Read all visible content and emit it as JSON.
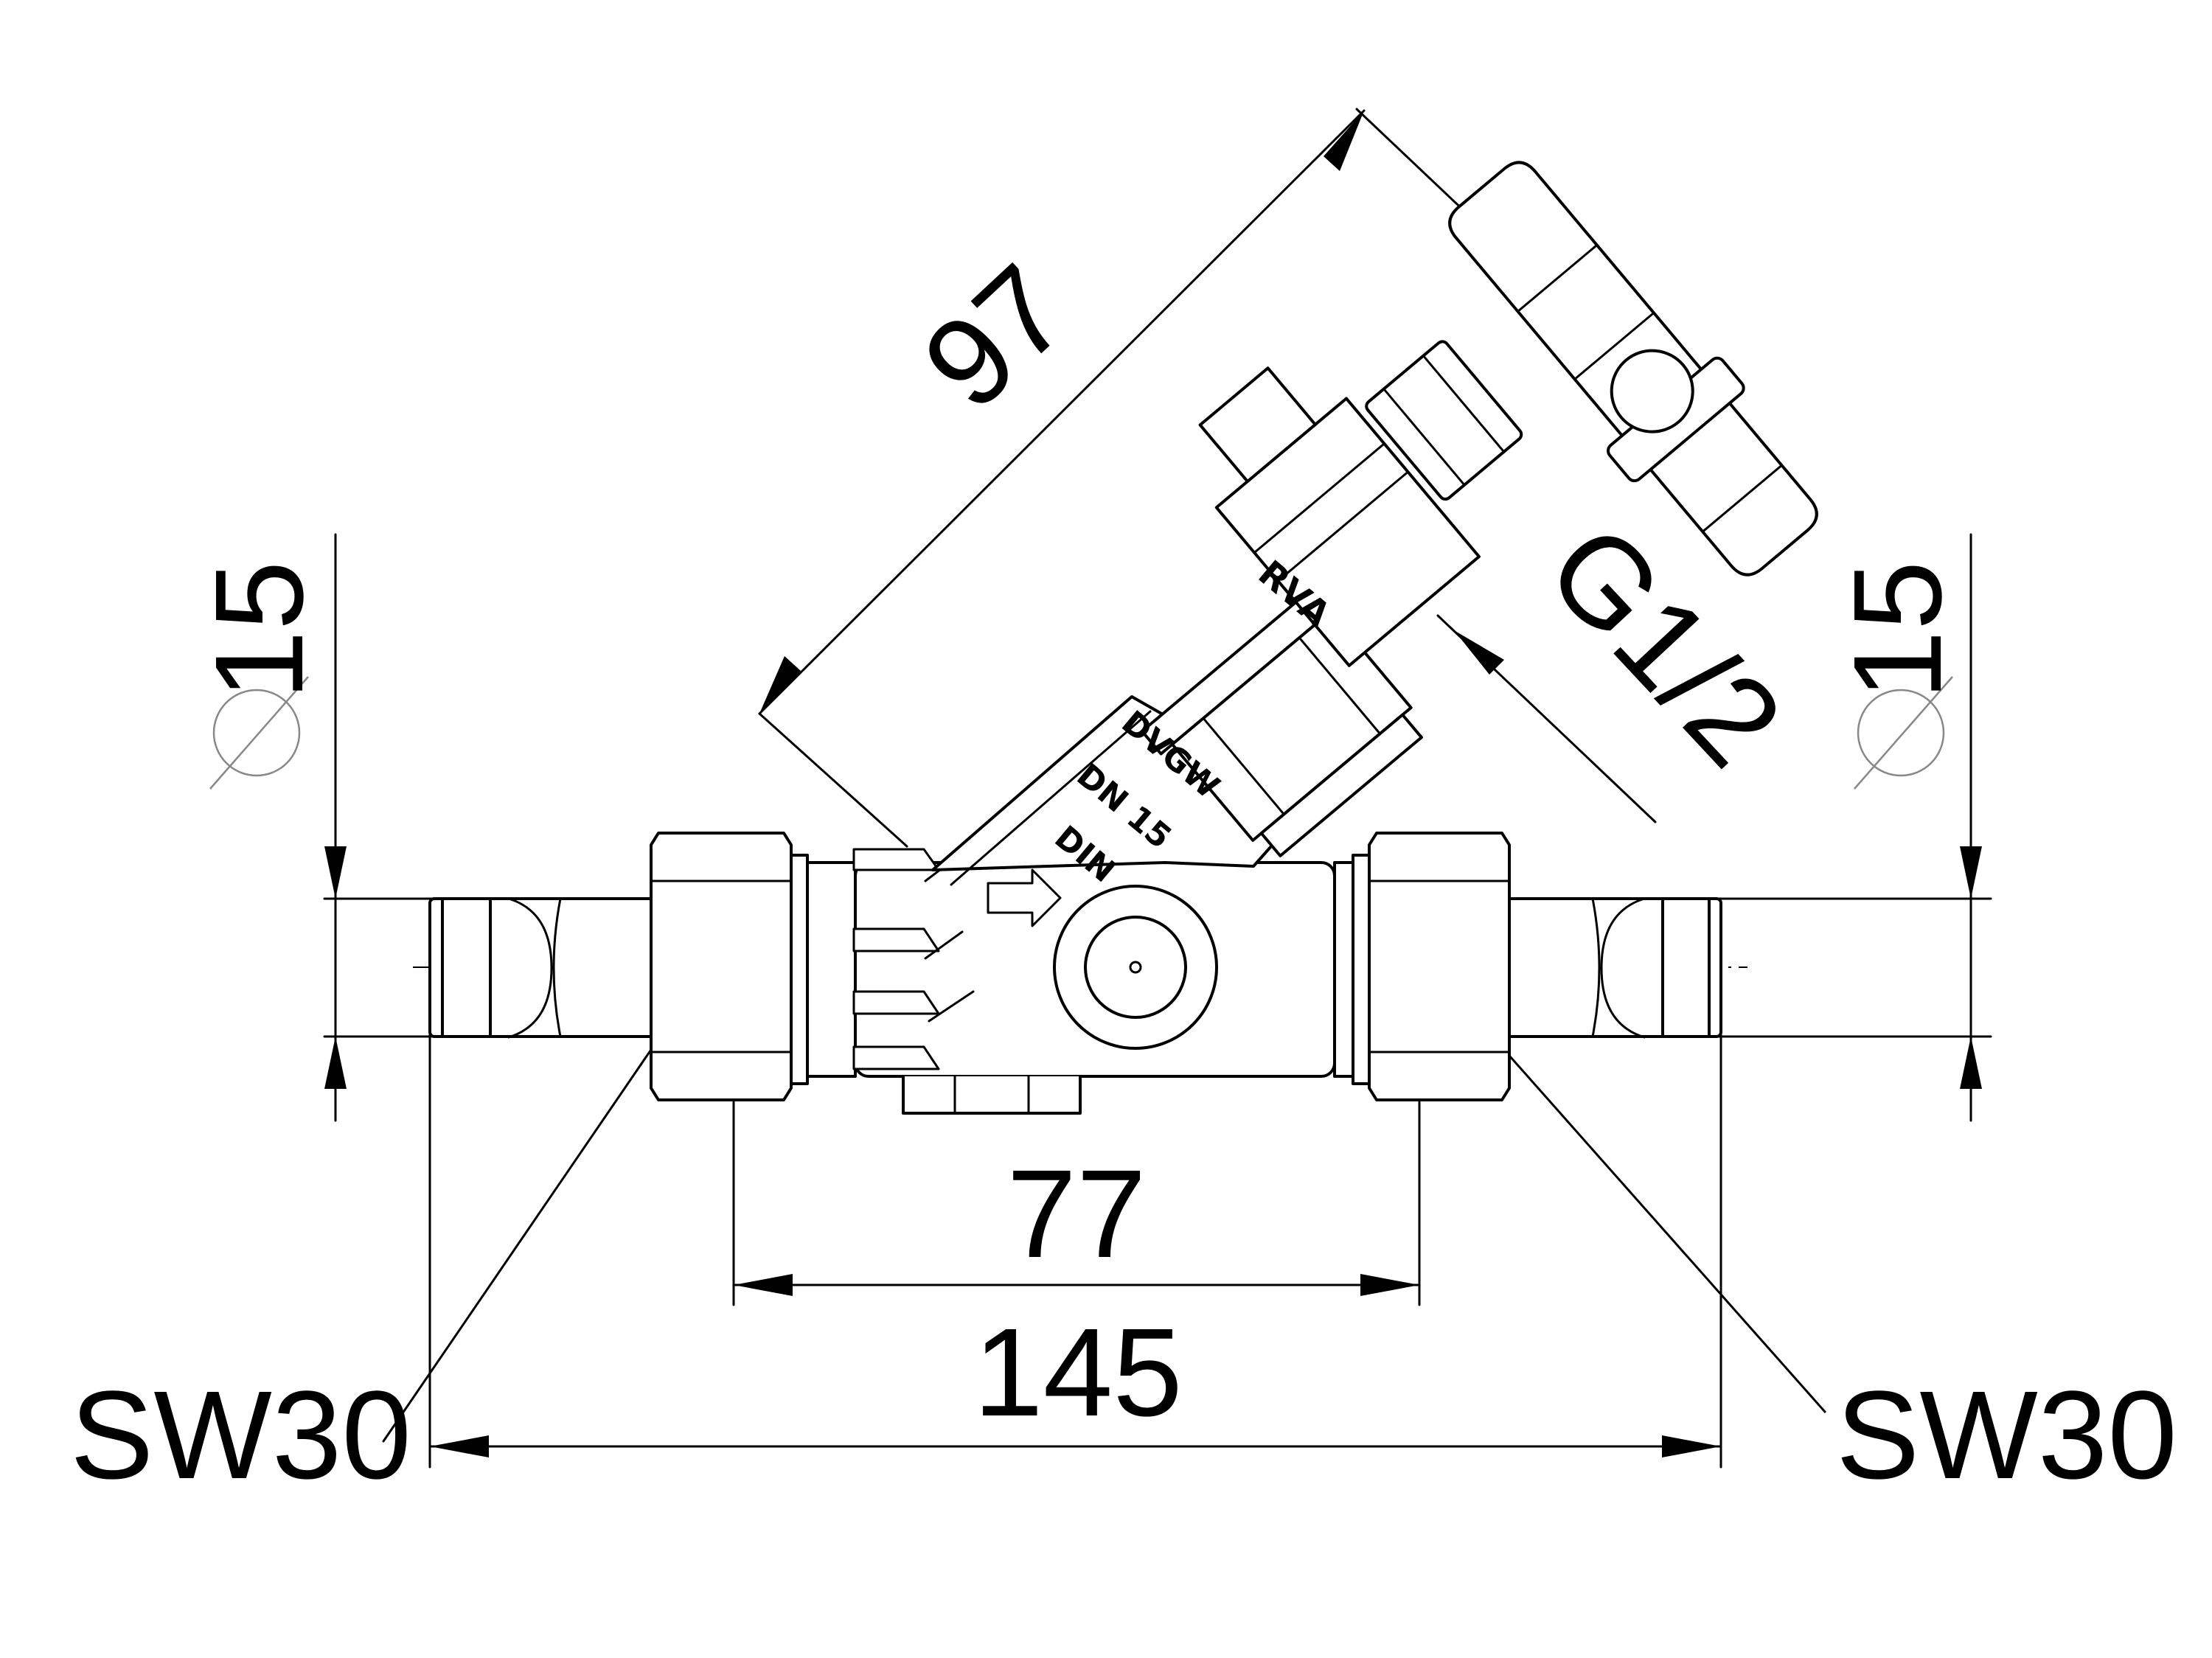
{
  "dimensions": {
    "length_total": "145",
    "length_inner": "77",
    "height_handle": "97",
    "diameter_left": "15",
    "diameter_right": "15",
    "thread": "G1/2",
    "wrench_left": "SW30",
    "wrench_right": "SW30"
  },
  "markings": {
    "brand": "RVA",
    "approval": "DVGW",
    "nominal": "DN 15",
    "standard": "DIN"
  }
}
